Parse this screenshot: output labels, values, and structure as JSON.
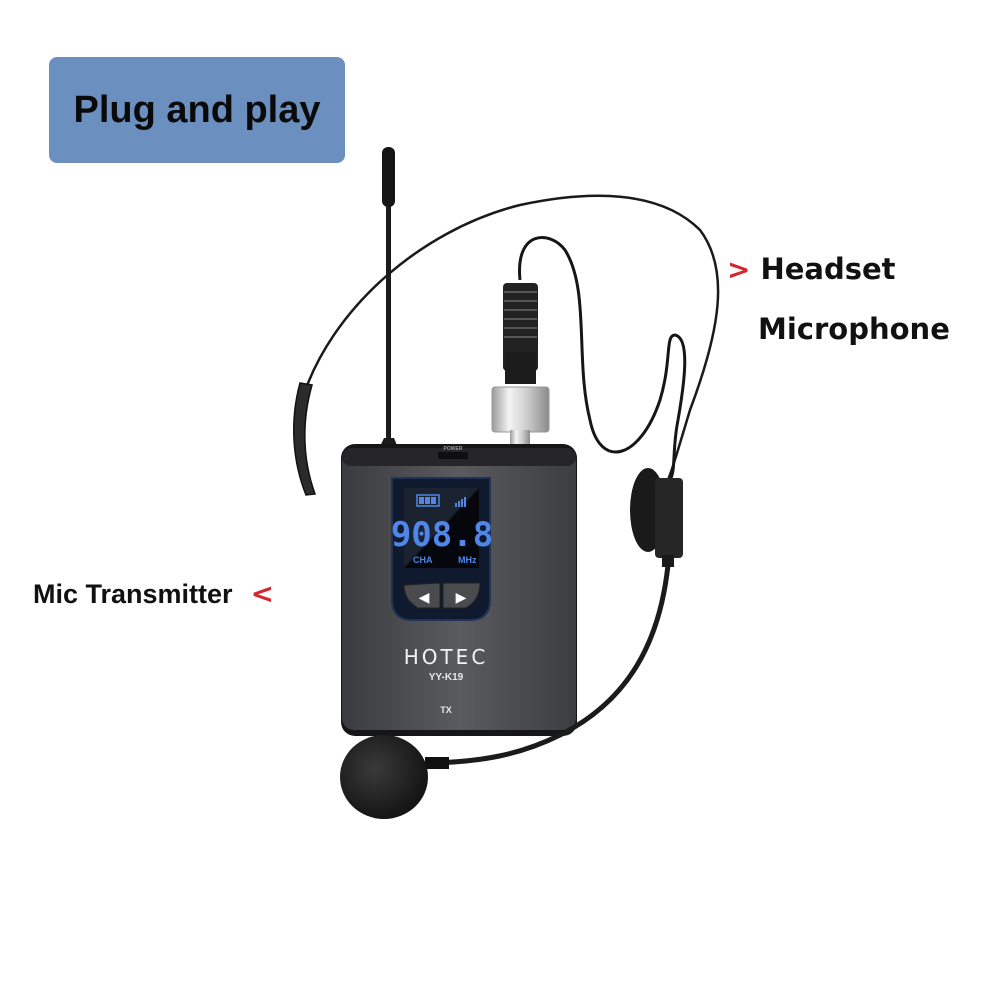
{
  "badge": {
    "text": "Plug and play",
    "background": "#6b8fbf"
  },
  "callouts": {
    "headset": {
      "arrow": ">",
      "line1": "Headset",
      "line2": "Microphone"
    },
    "transmitter": {
      "text": "Mic Transmitter",
      "arrow": "<"
    },
    "arrow_color": "#d5262f"
  },
  "device": {
    "brand": "HOTEC",
    "model": "YY-K19",
    "type_label": "TX",
    "power_label": "POWER",
    "display": {
      "frequency": "908.8",
      "channel_label": "CHA",
      "unit_label": "MHz",
      "battery_icon": "battery-icon",
      "signal_icon": "signal-icon",
      "color": "#4f86e8"
    },
    "buttons": [
      {
        "icon": "left-triangle-icon",
        "glyph": "◀"
      },
      {
        "icon": "right-triangle-icon",
        "glyph": "▶"
      }
    ]
  }
}
